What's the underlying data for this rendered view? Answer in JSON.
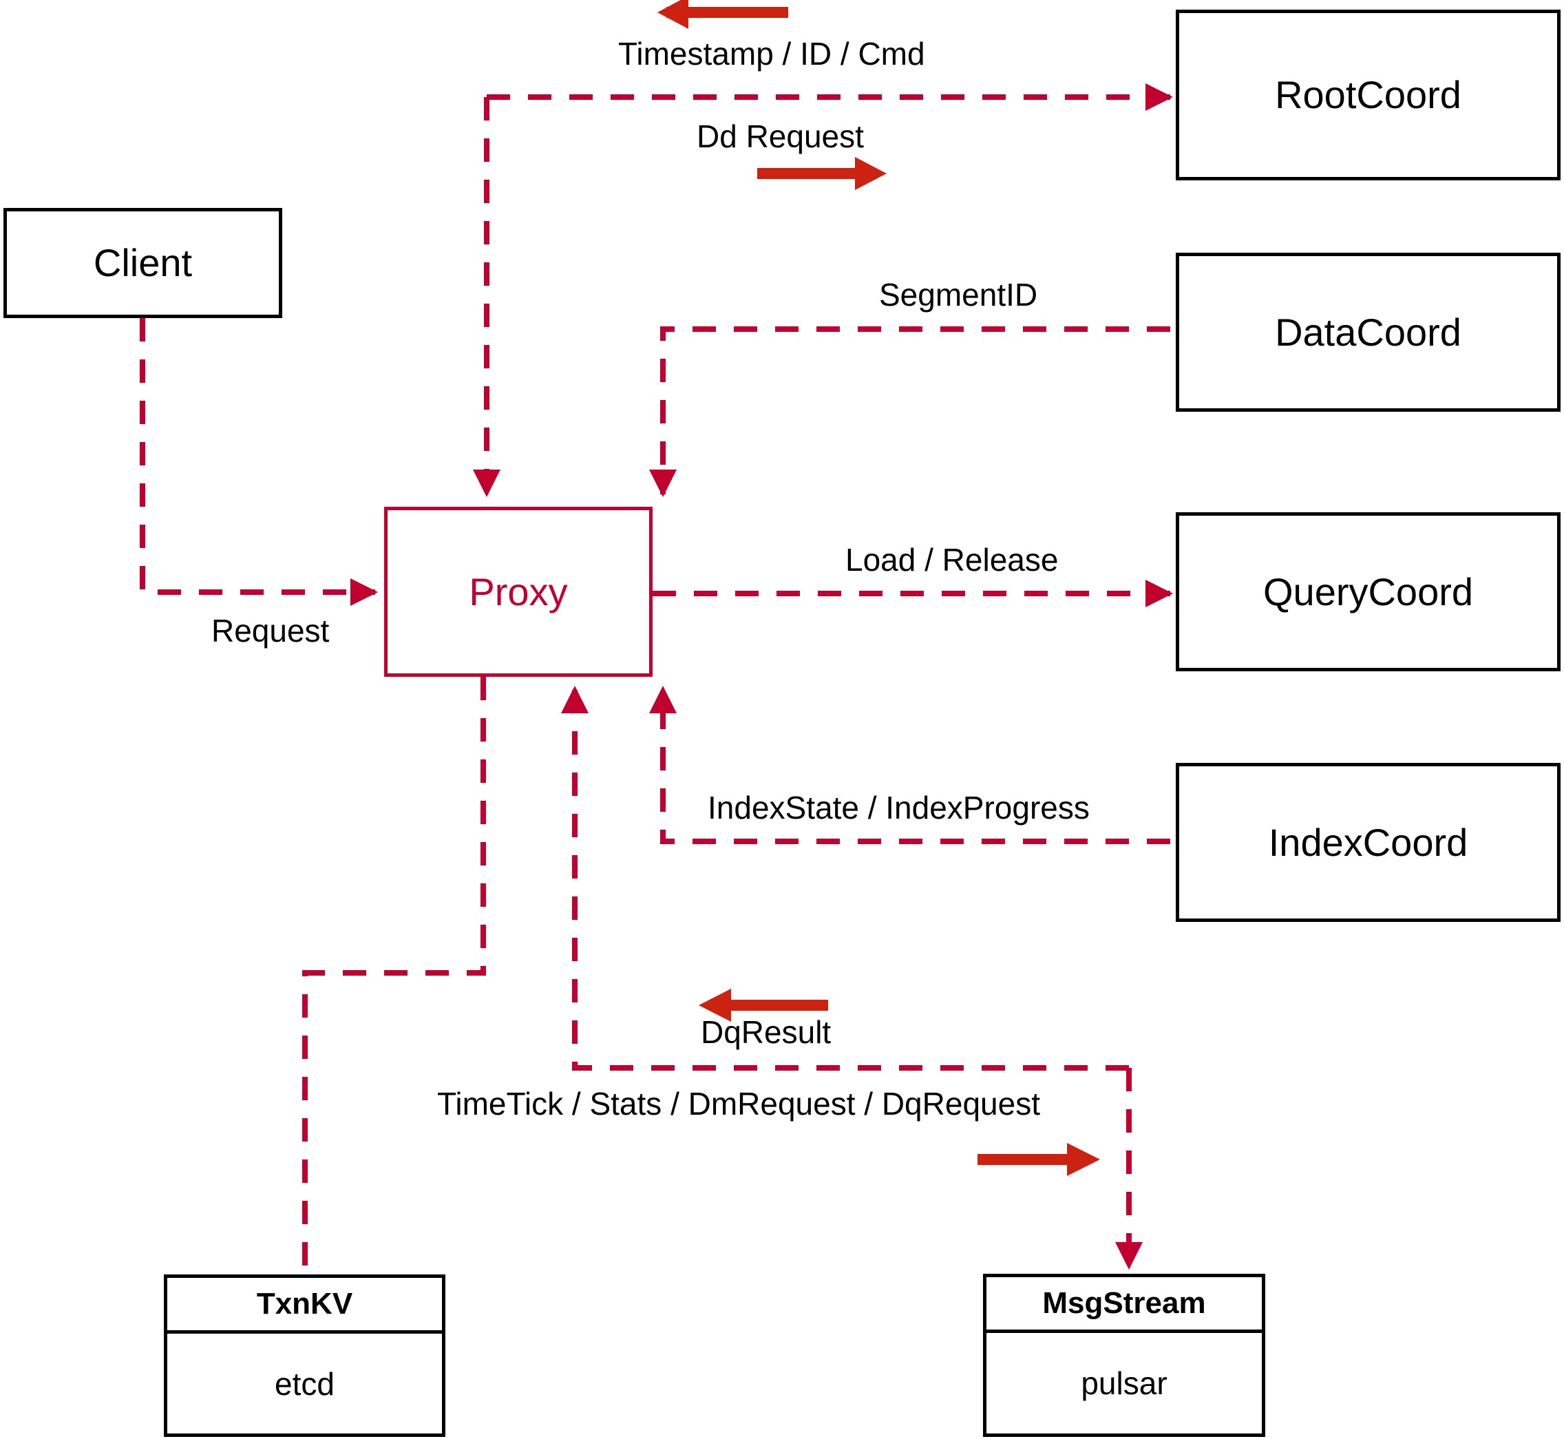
{
  "diagram": {
    "title": "Proxy component interaction diagram",
    "colors": {
      "wire": "#C2002F",
      "arrow_bold": "#CC2211",
      "node_border": "#000000",
      "proxy_border": "#C2002F",
      "proxy_text": "#C2002F",
      "background": "#FFFFFF"
    },
    "nodes": [
      {
        "id": "client",
        "label": "Client",
        "style": "black"
      },
      {
        "id": "proxy",
        "label": "Proxy",
        "style": "red"
      },
      {
        "id": "rootcoord",
        "label": "RootCoord",
        "style": "black"
      },
      {
        "id": "datacoord",
        "label": "DataCoord",
        "style": "black"
      },
      {
        "id": "querycoord",
        "label": "QueryCoord",
        "style": "black"
      },
      {
        "id": "indexcoord",
        "label": "IndexCoord",
        "style": "black"
      }
    ],
    "split_nodes": [
      {
        "id": "txnkv",
        "header": "TxnKV",
        "body": "etcd"
      },
      {
        "id": "msgstream",
        "header": "MsgStream",
        "body": "pulsar"
      }
    ],
    "edges": [
      {
        "id": "client-to-proxy",
        "label": "Request",
        "from": "client",
        "to": "proxy",
        "direction": "right"
      },
      {
        "id": "proxy-to-rootcoord",
        "label": "Dd Request",
        "from": "proxy",
        "to": "rootcoord",
        "direction": "right"
      },
      {
        "id": "rootcoord-to-proxy",
        "label": "Timestamp / ID / Cmd",
        "from": "rootcoord",
        "to": "proxy",
        "direction": "left"
      },
      {
        "id": "datacoord-to-proxy",
        "label": "SegmentID",
        "from": "datacoord",
        "to": "proxy",
        "direction": "left"
      },
      {
        "id": "proxy-to-querycoord",
        "label": "Load / Release",
        "from": "proxy",
        "to": "querycoord",
        "direction": "right"
      },
      {
        "id": "indexcoord-to-proxy",
        "label": "IndexState / IndexProgress",
        "from": "indexcoord",
        "to": "proxy",
        "direction": "left"
      },
      {
        "id": "msgstream-to-proxy",
        "label": "DqResult",
        "from": "msgstream",
        "to": "proxy",
        "direction": "left"
      },
      {
        "id": "proxy-to-msgstream",
        "label": "TimeTick / Stats / DmRequest / DqRequest",
        "from": "proxy",
        "to": "msgstream",
        "direction": "right"
      },
      {
        "id": "proxy-to-txnkv",
        "label": "",
        "from": "proxy",
        "to": "txnkv",
        "direction": "down"
      }
    ]
  }
}
